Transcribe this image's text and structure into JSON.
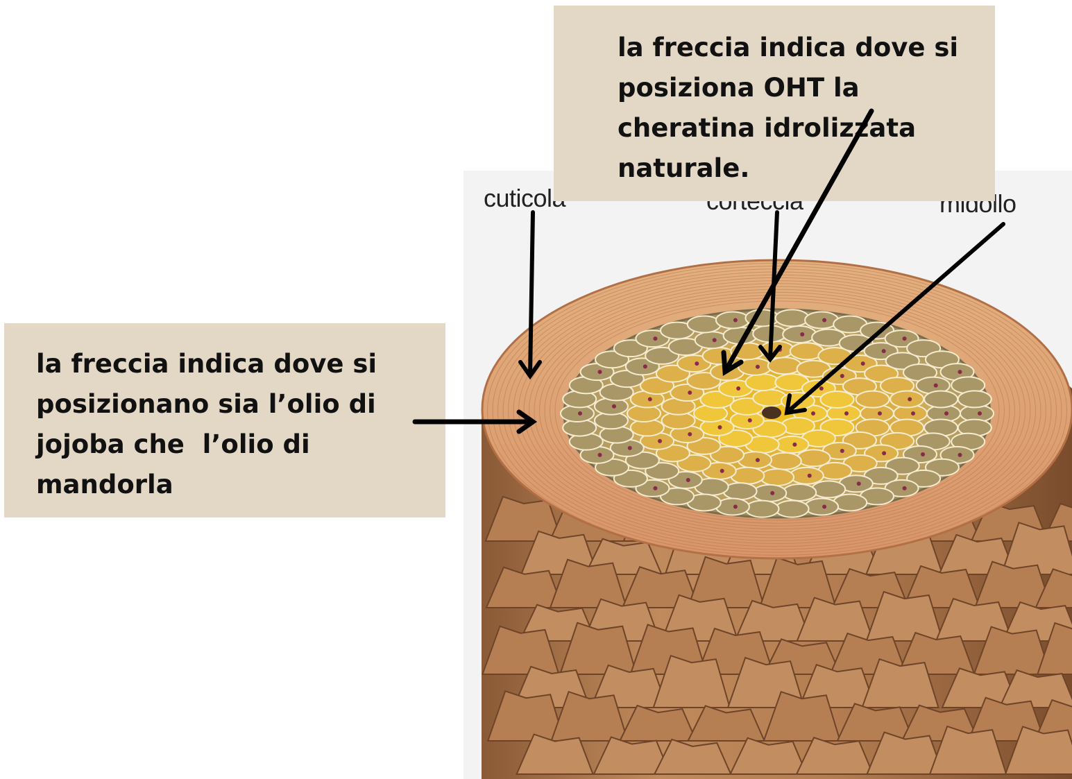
{
  "annotations": {
    "top_note": "la freccia indica dove si\nposiziona OHT la\ncheratina idrolizzata\nnaturale.",
    "left_note": "la freccia indica dove si\nposizionano sia l’olio di\njojoba che  l’olio di\nmandorla"
  },
  "labels": {
    "cuticle": "cuticola",
    "cortex": "corteccia",
    "medulla": "midollo"
  },
  "colors": {
    "note_background": "#e3d7c6",
    "cuticle_scale": "#b07a4e",
    "cortex_cells": "#d9a93a",
    "arrow": "#000000"
  }
}
